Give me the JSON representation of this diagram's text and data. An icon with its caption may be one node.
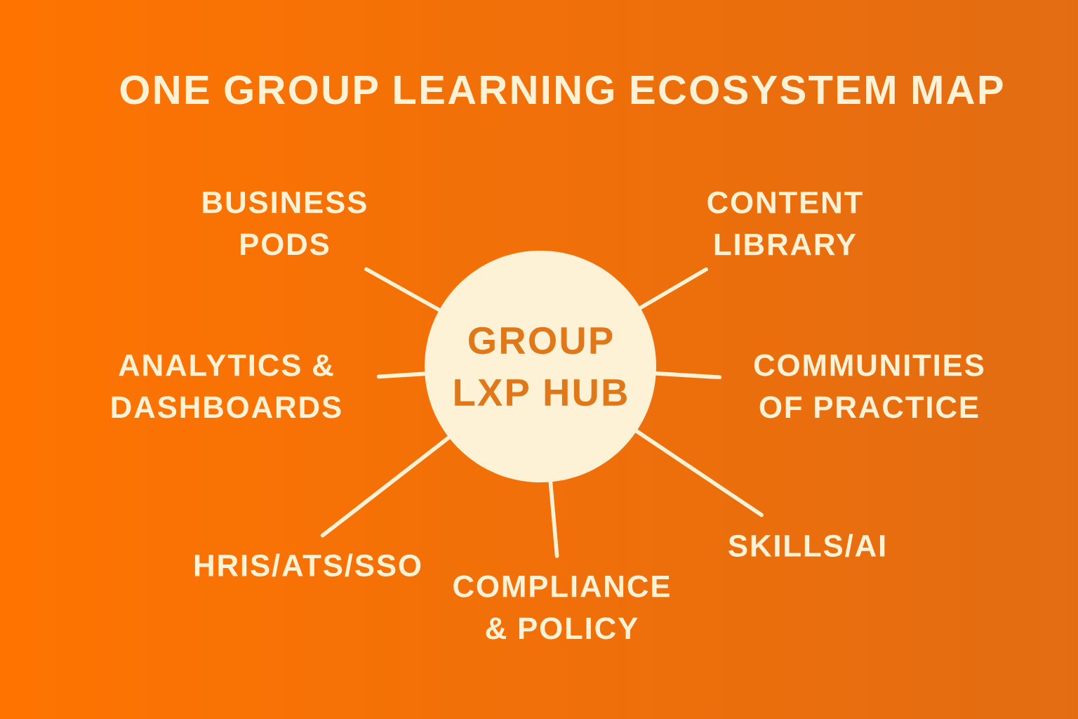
{
  "diagram": {
    "title": "ONE GROUP LEARNING ECOSYSTEM MAP",
    "nodes": [
      {
        "text": [
          "GROUP LXP HUB"
        ]
      },
      {
        "text": [
          "BUSINESS PODS"
        ]
      },
      {
        "text": [
          "CONTENT LIBRARY"
        ]
      },
      {
        "text": [
          "ANALYTICS & DASHBOARDS"
        ]
      },
      {
        "text": [
          "COMMUNITIES OF PRACTICE"
        ]
      },
      {
        "text": [
          "HRIS/ATS/SSO"
        ]
      },
      {
        "text": [
          "COMPLIANCE & POLICY"
        ]
      },
      {
        "text": [
          "SKILLS/AI"
        ]
      }
    ],
    "edges": [
      {
        "from": 0,
        "to": 1,
        "arrow": "none"
      },
      {
        "from": 0,
        "to": 2,
        "arrow": "none"
      },
      {
        "from": 0,
        "to": 3,
        "arrow": "none"
      },
      {
        "from": 0,
        "to": 4,
        "arrow": "none"
      },
      {
        "from": 0,
        "to": 5,
        "arrow": "none"
      },
      {
        "from": 0,
        "to": 6,
        "arrow": "none"
      },
      {
        "from": 0,
        "to": 7,
        "arrow": "none"
      }
    ]
  }
}
